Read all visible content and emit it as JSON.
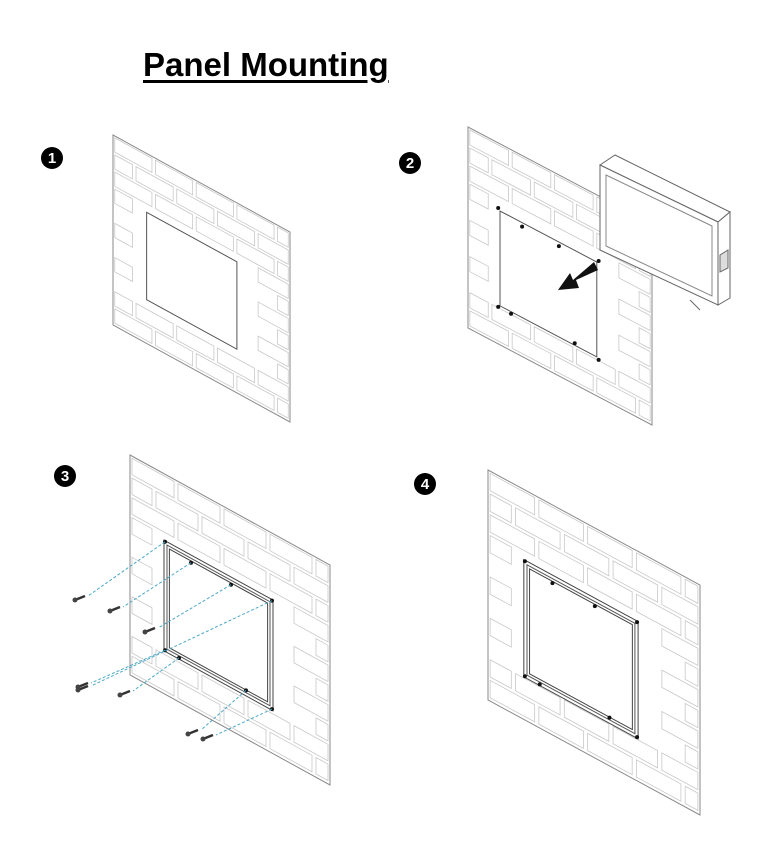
{
  "title": "Panel Mounting",
  "steps": [
    {
      "number": "1",
      "description": "wall-cutout"
    },
    {
      "number": "2",
      "description": "insert-panel"
    },
    {
      "number": "3",
      "description": "fasten-screws"
    },
    {
      "number": "4",
      "description": "mounted"
    }
  ],
  "colors": {
    "line": "#8a8a8a",
    "brick": "#c8c8c8",
    "screw_guide": "#4aa8c8",
    "ink": "#000000"
  }
}
